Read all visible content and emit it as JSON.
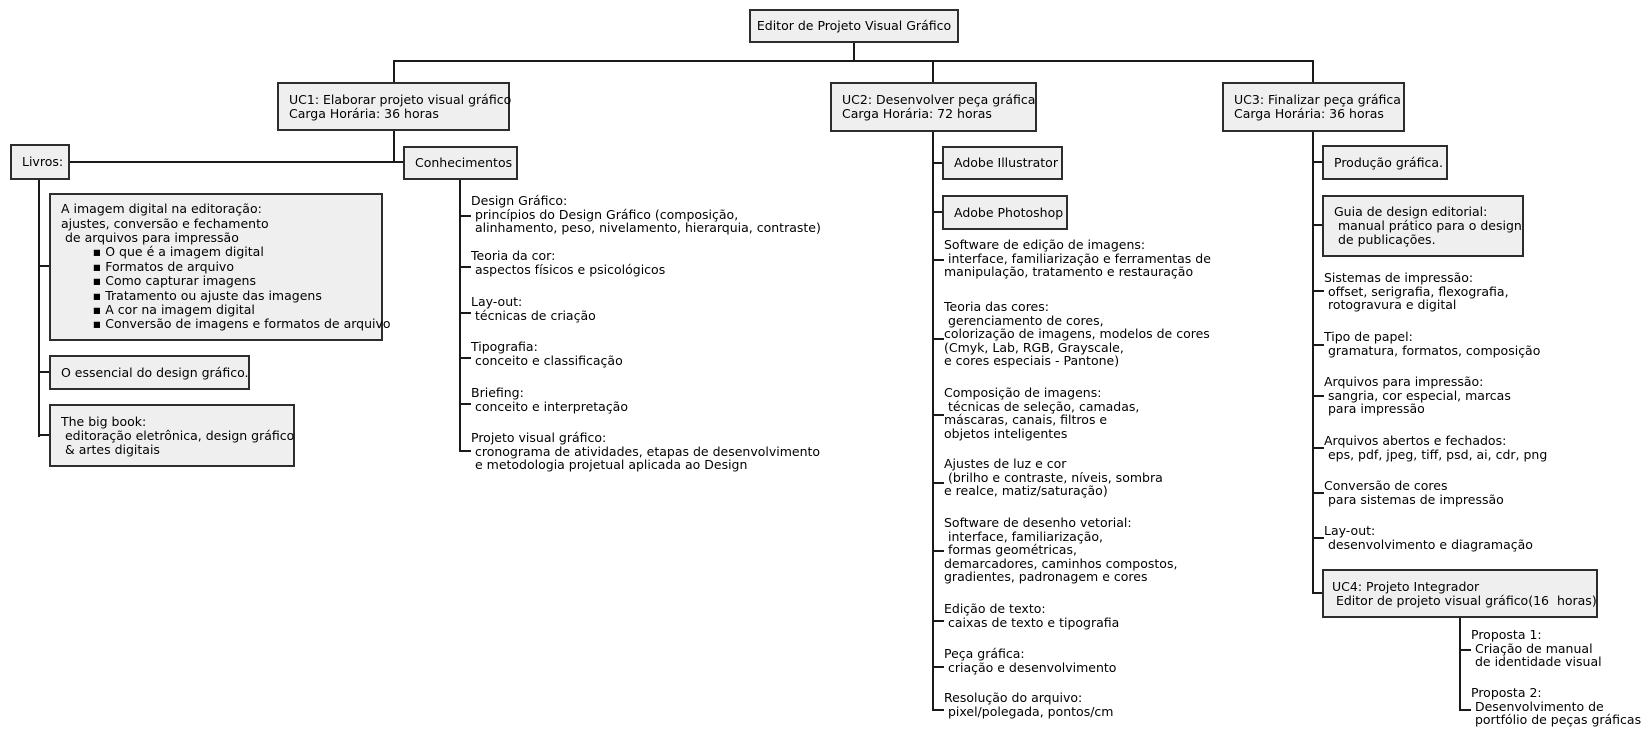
{
  "style": {
    "node_fill": "#efefef",
    "node_border": "#2d2d2d",
    "line_color": "#1a1a1a",
    "background": "#ffffff"
  },
  "root": {
    "title": "Editor de Projeto Visual Gráfico"
  },
  "uc1": {
    "title": "UC1: Elaborar projeto visual gráfico\nCarga Horária: 36 horas",
    "livros": {
      "label": "Livros:",
      "books": [
        "A imagem digital na editoração:\najustes, conversão e fechamento\n de arquivos para impressão\n        ▪ O que é a imagem digital\n        ▪ Formatos de arquivo\n        ▪ Como capturar imagens\n        ▪ Tratamento ou ajuste das imagens\n        ▪ A cor na imagem digital\n        ▪ Conversão de imagens e formatos de arquivo",
        "O essencial do design gráfico.",
        "The big book:\n editoração eletrônica, design gráfico\n & artes digitais"
      ]
    },
    "conhecimentos": {
      "label": "Conhecimentos",
      "items": [
        "Design Gráfico:\n princípios do Design Gráfico (composição,\n alinhamento, peso, nivelamento, hierarquia, contraste)",
        "Teoria da cor:\n aspectos físicos e psicológicos",
        "Lay-out:\n técnicas de criação",
        "Tipografia:\n conceito e classificação",
        "Briefing:\n conceito e interpretação",
        "Projeto visual gráfico:\n cronograma de atividades, etapas de desenvolvimento\n e metodologia projetual aplicada ao Design"
      ]
    }
  },
  "uc2": {
    "title": "UC2: Desenvolver peça gráfica\nCarga Horária: 72 horas",
    "tools": [
      "Adobe Illustrator",
      "Adobe Photoshop"
    ],
    "items": [
      "Software de edição de imagens:\n interface, familiarização e ferramentas de\nmanipulação, tratamento e restauração",
      "Teoria das cores:\n gerenciamento de cores,\ncolorização de imagens, modelos de cores\n(Cmyk, Lab, RGB, Grayscale,\ne cores especiais - Pantone)",
      "Composição de imagens:\n técnicas de seleção, camadas,\nmáscaras, canais, filtros e\nobjetos inteligentes",
      "Ajustes de luz e cor\n (brilho e contraste, níveis, sombra\ne realce, matiz/saturação)",
      "Software de desenho vetorial:\n interface, familiarização,\n formas geométricas,\ndemarcadores, caminhos compostos,\ngradientes, padronagem e cores",
      "Edição de texto:\n caixas de texto e tipografia",
      "Peça gráfica:\n criação e desenvolvimento",
      "Resolução do arquivo:\n pixel/polegada, pontos/cm"
    ]
  },
  "uc3": {
    "title": "UC3: Finalizar peça gráfica\nCarga Horária: 36 horas",
    "boxes": [
      "Produção gráfica.",
      "Guia de design editorial:\n manual prático para o design\n de publicações."
    ],
    "items": [
      "Sistemas de impressão:\n offset, serigrafia, flexografia,\n rotogravura e digital",
      "Tipo de papel:\n gramatura, formatos, composição",
      "Arquivos para impressão:\n sangria, cor especial, marcas\n para impressão",
      "Arquivos abertos e fechados:\n eps, pdf, jpeg, tiff, psd, ai, cdr, png",
      "Conversão de cores\n para sistemas de impressão",
      "Lay-out:\n desenvolvimento e diagramação"
    ],
    "uc4": {
      "title": "UC4: Projeto Integrador\n Editor de projeto visual gráfico(16  horas)",
      "propostas": [
        "Proposta 1:\n Criação de manual\n de identidade visual",
        "Proposta 2:\n Desenvolvimento de\n portfólio de peças gráficas"
      ]
    }
  }
}
